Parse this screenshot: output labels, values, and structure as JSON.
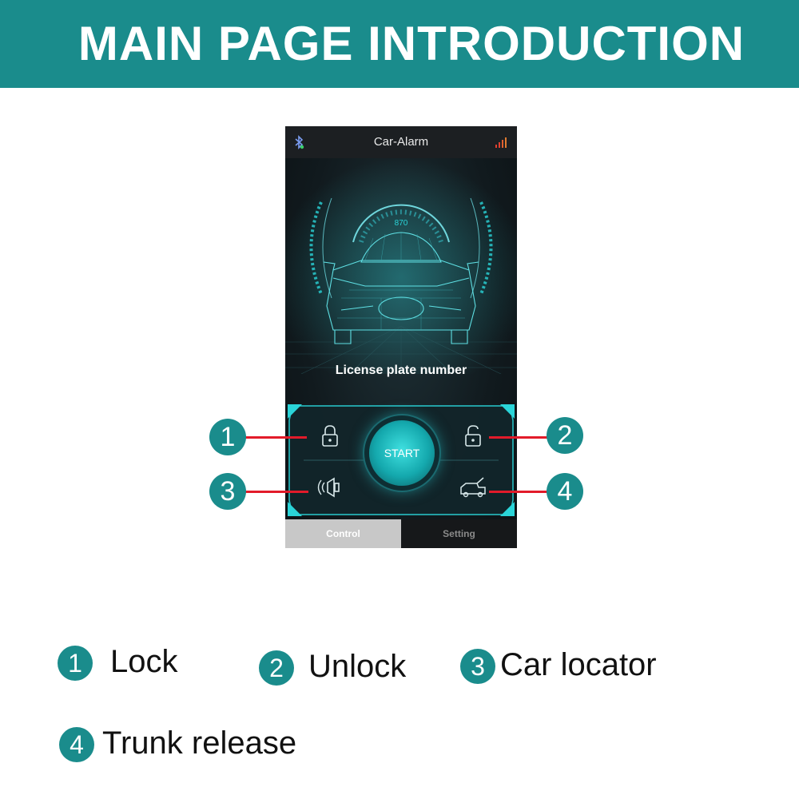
{
  "banner": {
    "title": "MAIN PAGE INTRODUCTION",
    "color": "#1a8c8c"
  },
  "phone": {
    "app_title": "Car-Alarm",
    "status_icons": [
      "bluetooth-icon",
      "signal-icon"
    ],
    "plate_label": "License plate number",
    "start_label": "START",
    "buttons": [
      "lock-icon",
      "unlock-icon",
      "car-locator-icon",
      "trunk-release-icon"
    ],
    "tabs": [
      {
        "label": "Control",
        "active": true
      },
      {
        "label": "Setting",
        "active": false
      }
    ],
    "accent": "#2ad4d8"
  },
  "callouts": [
    "1",
    "2",
    "3",
    "4"
  ],
  "leader_color": "#e21b2a",
  "legend": [
    {
      "num": "1",
      "label": "Lock"
    },
    {
      "num": "2",
      "label": "Unlock"
    },
    {
      "num": "3",
      "label": "Car locator"
    },
    {
      "num": "4",
      "label": "Trunk release"
    }
  ]
}
